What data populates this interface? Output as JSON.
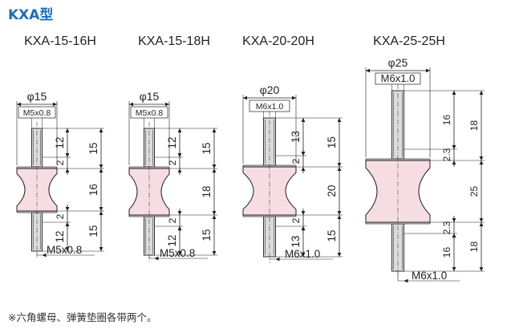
{
  "page_title": "KXA型",
  "models": [
    {
      "name": "KXA-15-16H",
      "diameter": "φ15",
      "thread_top": "M5x0.8",
      "thread_bottom": "M5x0.8",
      "dim_top_stud": "12",
      "dim_top_total": "15",
      "dim_body_gap": "2",
      "dim_body": "16",
      "dim_bottom_gap": "2",
      "dim_bottom_stud": "12",
      "dim_bottom_total": "15"
    },
    {
      "name": "KXA-15-18H",
      "diameter": "φ15",
      "thread_top": "M5x0.8",
      "thread_bottom": "M5x0.8",
      "dim_top_stud": "12",
      "dim_top_total": "15",
      "dim_body_gap": "2",
      "dim_body": "18",
      "dim_bottom_gap": "2",
      "dim_bottom_stud": "12",
      "dim_bottom_total": "15"
    },
    {
      "name": "KXA-20-20H",
      "diameter": "φ20",
      "thread_top": "M6x1.0",
      "thread_bottom": "M6x1.0",
      "dim_top_stud": "13",
      "dim_top_total": "15",
      "dim_body_gap": "2",
      "dim_body": "20",
      "dim_bottom_gap": "2",
      "dim_bottom_stud": "13",
      "dim_bottom_total": "15"
    },
    {
      "name": "KXA-25-25H",
      "diameter": "φ25",
      "thread_top": "M6x1.0",
      "thread_bottom": "M6x1.0",
      "dim_top_stud": "16",
      "dim_top_total": "18",
      "dim_body_gap": "2.3",
      "dim_body": "25",
      "dim_bottom_gap": "2.3",
      "dim_bottom_stud": "16",
      "dim_bottom_total": "18"
    }
  ],
  "footnote": "※六角螺母、弹簧垫圈各带两个。",
  "colors": {
    "title": "#1c6fb5",
    "rubber": "#f5dde3",
    "metal": "#dcdcdc",
    "line": "#231f20"
  }
}
